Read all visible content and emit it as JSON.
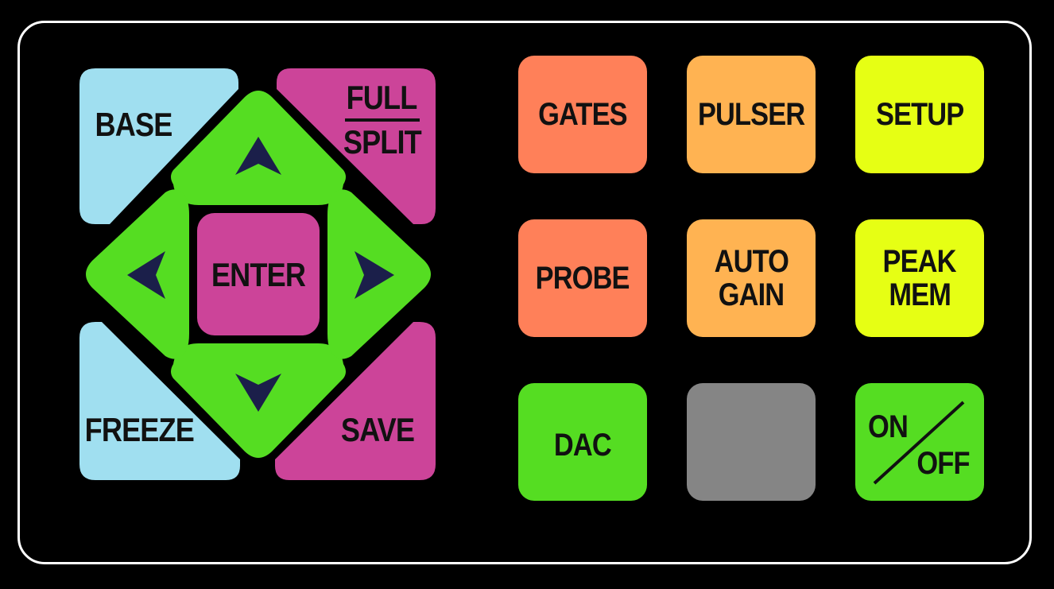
{
  "colors": {
    "background": "#000000",
    "frame": "#ffffff",
    "arrow_green": "#55dd22",
    "arrow_glyph": "#1b1f4a",
    "magenta": "#cc4499",
    "light_blue": "#a0dff0",
    "gates_orange": "#ff8059",
    "pulser_orange": "#ffb352",
    "yellow": "#e6ff14",
    "dac_green": "#55dd22",
    "blank_gray": "#858585",
    "onoff_green": "#55dd22"
  },
  "nav": {
    "base": "BASE",
    "full": "FULL",
    "split": "SPLIT",
    "freeze": "FREEZE",
    "save": "SAVE",
    "enter": "ENTER",
    "up_icon": "up-arrow-icon",
    "down_icon": "down-arrow-icon",
    "left_icon": "left-arrow-icon",
    "right_icon": "right-arrow-icon"
  },
  "keys": {
    "gates": "GATES",
    "pulser": "PULSER",
    "setup": "SETUP",
    "probe": "PROBE",
    "auto": "AUTO",
    "gain": "GAIN",
    "peak": "PEAK",
    "mem": "MEM",
    "dac": "DAC",
    "on": "ON",
    "off": "OFF"
  }
}
